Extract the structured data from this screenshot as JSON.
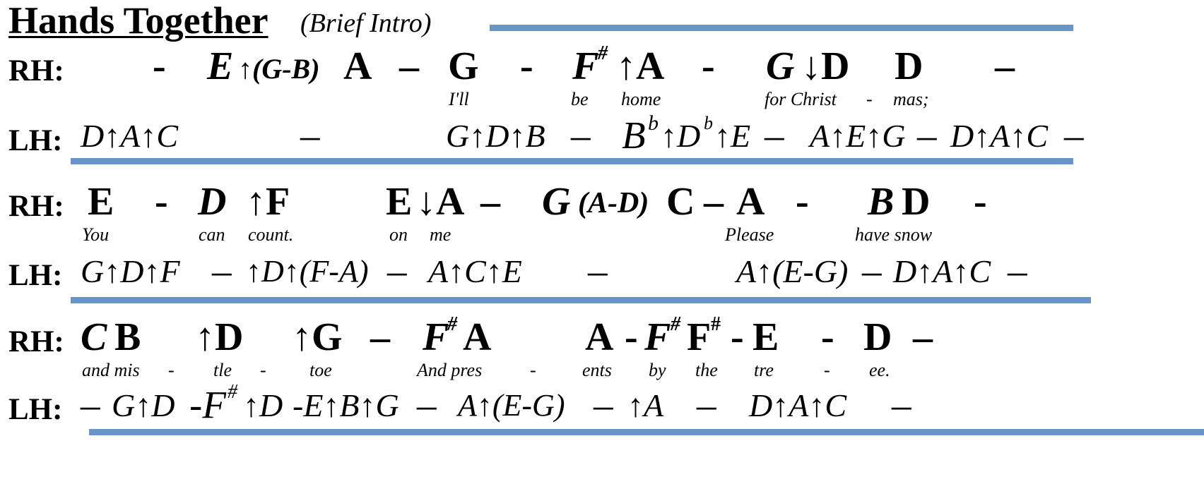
{
  "title": "Hands Together",
  "subtitle": "(Brief Intro)",
  "labels": {
    "rh": "RH:",
    "lh": "LH:"
  },
  "colors": {
    "rule": "#6894c8"
  },
  "systems": [
    {
      "rh": [
        "-",
        "E",
        "↑(G-B)",
        "A",
        "–",
        "G",
        "-",
        "F",
        "#",
        "↑A",
        "-",
        "G",
        "↓D",
        "D",
        "–"
      ],
      "lyrics": [
        "I'll",
        "be",
        "home",
        "for Christ",
        "-",
        "mas;"
      ],
      "lh": [
        "D↑A↑C",
        "–",
        "G↑D↑B",
        "–",
        "B",
        "b",
        "↑D",
        "b",
        "↑E",
        "–",
        "A↑E↑G",
        "–",
        "D↑A↑C",
        "–"
      ]
    },
    {
      "rh": [
        "E",
        "-",
        "D",
        "↑F",
        "E",
        "↓A",
        "–",
        "G",
        "(A-D)",
        "C",
        "–",
        "A",
        "-",
        "B",
        "D",
        "-"
      ],
      "lyrics": [
        "You",
        "can",
        "count.",
        "on",
        "me",
        "Please",
        "have snow"
      ],
      "lh": [
        "G↑D↑F",
        "–",
        "↑D↑(F-A)",
        "–",
        "A↑C↑E",
        "–",
        "A↑(E-G)",
        "–",
        "D↑A↑C",
        "–"
      ]
    },
    {
      "rh": [
        "C",
        "B",
        "↑D",
        "↑G",
        "–",
        "F",
        "#",
        "A",
        "A",
        "-",
        "F",
        "#",
        "F",
        "#",
        "-",
        "E",
        "-",
        "D",
        "–"
      ],
      "lyrics": [
        "and mis",
        "-",
        "tle",
        "-",
        "toe",
        "And pres",
        "-",
        "ents",
        "by",
        "the",
        "tre",
        "-",
        "ee."
      ],
      "lh": [
        "–",
        "G↑D",
        "-F",
        "#",
        "↑D",
        "-E↑B↑G",
        "–",
        "A↑(E-G)",
        "–",
        "↑A",
        "–",
        "D↑A↑C",
        "–"
      ]
    }
  ]
}
